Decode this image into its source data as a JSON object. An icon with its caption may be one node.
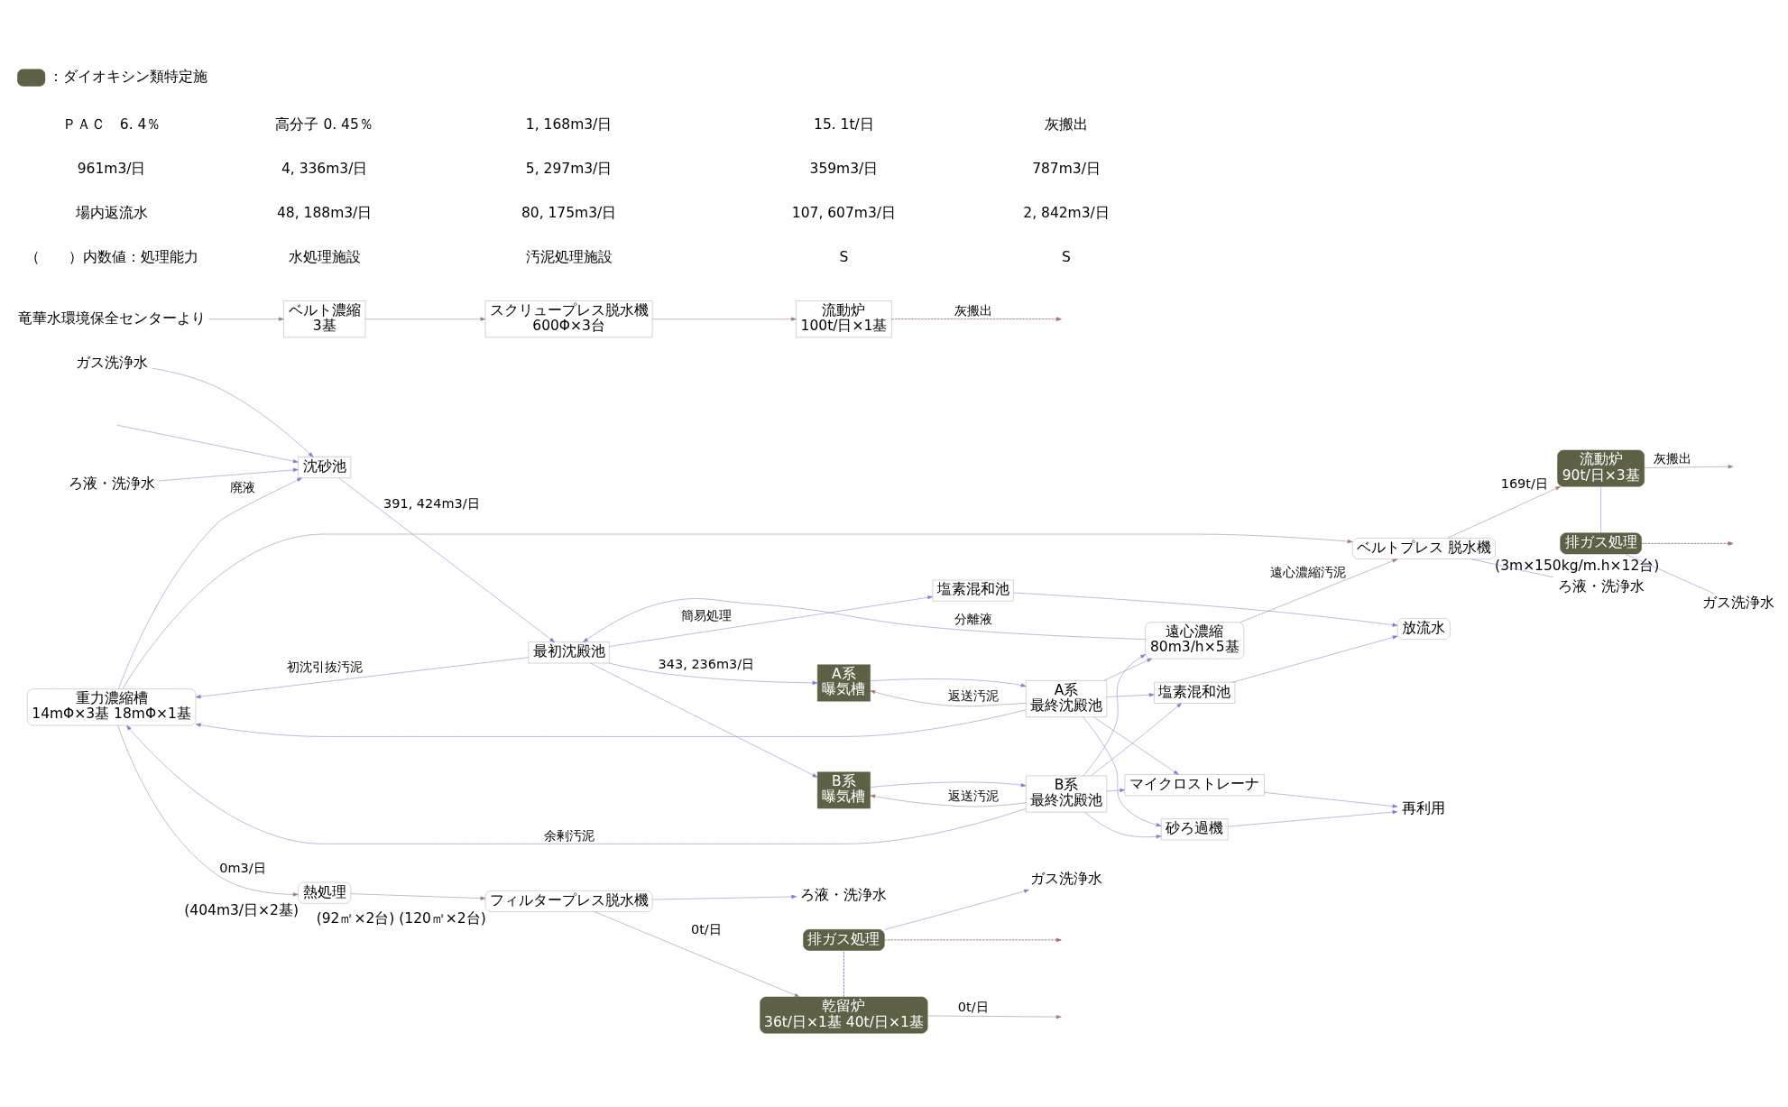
{
  "diagram": {
    "nodes": [
      {
        "text": [
          "沈砂池"
        ]
      },
      {
        "text": [
          "最初沈殿池"
        ]
      },
      {
        "text": [
          "塩素混和池"
        ]
      },
      {
        "text": [
          "A系",
          "曝気槽"
        ]
      },
      {
        "text": [
          "A系",
          "最終沈殿池"
        ]
      },
      {
        "text": [
          "B系",
          "曝気槽"
        ]
      },
      {
        "text": [
          "B系",
          "最終沈殿池"
        ]
      },
      {
        "text": [
          "塩素混和池"
        ]
      },
      {
        "text": [
          "放流水"
        ]
      },
      {
        "text": [
          "マイクロストレーナ"
        ]
      },
      {
        "text": [
          "砂ろ過機"
        ]
      },
      {
        "text": [
          "重力濃縮槽",
          "14mΦ×3基 18mΦ×1基"
        ]
      },
      {
        "text": [
          "遠心濃縮",
          "80m3/h×5基"
        ]
      },
      {
        "text": [
          "ベルトプレス 脱水機"
        ],
        "beside": [
          "(3m×150kg/m.h×12台)"
        ]
      },
      {
        "text": [
          "流動炉",
          "90t/日×3基"
        ]
      },
      {
        "text": [
          "排ガス処理"
        ]
      },
      {
        "text": [
          "熱処理"
        ],
        "beside": [
          "(404m3/日×2基)"
        ]
      },
      {
        "text": [
          "フィルタープレス脱水機"
        ],
        "beside": [
          "(92㎡×2台) (120㎡×2台)"
        ]
      },
      {
        "text": [
          "乾留炉",
          "36t/日×1基 40t/日×1基"
        ]
      },
      {
        "text": [
          "排ガス処理"
        ]
      },
      {
        "text": [
          "ベルト濃縮",
          "3基"
        ]
      },
      {
        "text": [
          "スクリュープレス脱水機",
          "600Φ×3台"
        ]
      },
      {
        "text": [
          "流動炉",
          "100t/日×1基"
        ]
      },
      {
        "text": [
          "竜華水環境保全センターより"
        ]
      },
      {
        "text": [
          "再利用"
        ]
      },
      {
        "text": [
          "ろ液・洗浄水"
        ]
      },
      {
        "text": [
          "ガス洗浄水"
        ]
      },
      {
        "text": [
          "ろ液・洗浄水"
        ]
      },
      {
        "text": [
          "ガス洗浄水"
        ]
      },
      {
        "text": [
          "ろ液・洗浄水"
        ]
      },
      {
        "text": [
          "ガス洗浄水"
        ]
      }
    ],
    "edges": [
      {
        "from": null,
        "to": 0,
        "arrow": "to"
      },
      {
        "from": 0,
        "to": 1,
        "arrow": "to",
        "label": "391, 424m3/日"
      },
      {
        "from": 1,
        "to": 2,
        "arrow": "to",
        "label": "簡易処理"
      },
      {
        "from": 1,
        "to": 3,
        "arrow": "to",
        "label": "343, 236m3/日"
      },
      {
        "from": 1,
        "to": 5,
        "arrow": "to"
      },
      {
        "from": 3,
        "to": 4,
        "arrow": "to"
      },
      {
        "from": 5,
        "to": 6,
        "arrow": "to"
      },
      {
        "from": 4,
        "to": 7,
        "arrow": "to"
      },
      {
        "from": 4,
        "to": 9,
        "arrow": "to"
      },
      {
        "from": 4,
        "to": 10,
        "arrow": "to"
      },
      {
        "from": 6,
        "to": 7,
        "arrow": "to"
      },
      {
        "from": 6,
        "to": 9,
        "arrow": "to"
      },
      {
        "from": 6,
        "to": 10,
        "arrow": "to"
      },
      {
        "from": 2,
        "to": 8,
        "arrow": "to"
      },
      {
        "from": 7,
        "to": 8,
        "arrow": "to"
      },
      {
        "from": 9,
        "to": 24,
        "arrow": "to"
      },
      {
        "from": 10,
        "to": 24,
        "arrow": "to"
      },
      {
        "from": 4,
        "to": 3,
        "arrow": "to",
        "label": "返送汚泥",
        "color": "#a07878"
      },
      {
        "from": 6,
        "to": 5,
        "arrow": "to",
        "label": "返送汚泥",
        "color": "#a07878"
      },
      {
        "from": 4,
        "to": 11,
        "arrow": "to"
      },
      {
        "from": 6,
        "to": 11,
        "arrow": "to",
        "label": "余剰汚泥"
      },
      {
        "from": 4,
        "to": 12,
        "arrow": "to"
      },
      {
        "from": 6,
        "to": 12,
        "arrow": "to"
      },
      {
        "from": 1,
        "to": 11,
        "arrow": "to",
        "label": "初沈引抜汚泥"
      },
      {
        "from": 12,
        "to": 1,
        "arrow": "to",
        "label": "分離液"
      },
      {
        "from": 11,
        "to": 0,
        "arrow": "to",
        "label": "廃液"
      },
      {
        "from": 29,
        "to": 0,
        "arrow": "to"
      },
      {
        "from": 30,
        "to": 0,
        "arrow": "to"
      },
      {
        "from": 12,
        "to": 13,
        "arrow": "to",
        "label": "遠心濃縮汚泥",
        "color": "#a07878"
      },
      {
        "from": 11,
        "to": 13,
        "arrow": "to",
        "color": "#a07878"
      },
      {
        "from": 11,
        "to": 16,
        "arrow": "to",
        "label": "0m3/日",
        "color": "#a07878"
      },
      {
        "from": 13,
        "to": 14,
        "arrow": "to",
        "label": "169t/日",
        "color": "#a07878"
      },
      {
        "from": 14,
        "to": null,
        "arrow": "to",
        "label": "灰搬出",
        "color": "#a07878"
      },
      {
        "from": 14,
        "to": 15,
        "arrow": "none"
      },
      {
        "from": 15,
        "to": null,
        "arrow": "to",
        "style": "dashed",
        "color": "#a07878"
      },
      {
        "from": 13,
        "to": 25,
        "arrow": "none"
      },
      {
        "from": 15,
        "to": 26,
        "arrow": "none"
      },
      {
        "from": 16,
        "to": 17,
        "arrow": "to",
        "color": "#a07878"
      },
      {
        "from": 17,
        "to": 18,
        "arrow": "to",
        "label": "0t/日",
        "color": "#a07878"
      },
      {
        "from": 18,
        "to": null,
        "arrow": "to",
        "label": "0t/日",
        "color": "#a07878"
      },
      {
        "from": 18,
        "to": 19,
        "arrow": "none",
        "style": "dashed"
      },
      {
        "from": 19,
        "to": null,
        "arrow": "to",
        "style": "dashed",
        "color": "#a07878"
      },
      {
        "from": 17,
        "to": 27,
        "arrow": "to"
      },
      {
        "from": 19,
        "to": 28,
        "arrow": "to"
      },
      {
        "from": 23,
        "to": 20,
        "arrow": "to",
        "color": "#a07878"
      },
      {
        "from": 20,
        "to": 21,
        "arrow": "to",
        "color": "#a07878"
      },
      {
        "from": 21,
        "to": 22,
        "arrow": "to",
        "color": "#a07878"
      },
      {
        "from": 22,
        "to": null,
        "arrow": "to",
        "label": "灰搬出",
        "style": "dashed",
        "color": "#a07878"
      }
    ],
    "labels": [
      "（　　）内数値：処理能力",
      "水処理施設",
      "汚泥処理施設",
      "S",
      "S",
      "場内返流水",
      "48, 188m3/日",
      "80, 175m3/日",
      "107, 607m3/日",
      "2, 842m3/日",
      "961m3/日",
      "4, 336m3/日",
      "5, 297m3/日",
      "359m3/日",
      "787m3/日",
      "ＰＡＣ　6. 4％",
      "高分子 0. 45％",
      "1, 168m3/日",
      "15. 1t/日",
      "灰搬出"
    ],
    "legend": [
      {
        "text": "：ダイオキシン類特定施",
        "color": "#5f6147"
      }
    ]
  }
}
